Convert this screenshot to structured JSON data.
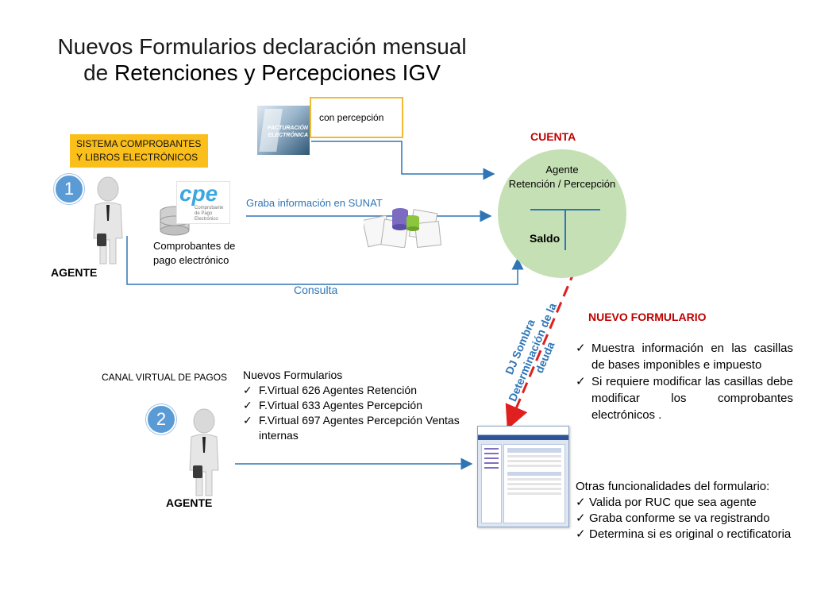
{
  "title": {
    "line1": "Nuevos Formularios declaración mensual",
    "line2_prefix": "de ",
    "line2_emphasis": "Retenciones y Percepciones IGV"
  },
  "top_flow": {
    "sistema_line1": "SISTEMA COMPROBANTES",
    "sistema_line2": "Y LIBROS ELECTRÓNICOS",
    "facturacion_logo_line1": "FACTURACIÓN",
    "facturacion_logo_line2": "ELECTRÓNICA",
    "con_percepcion": "con percepción",
    "cpe_logo": "cpe",
    "cpe_logo_line1": "Comprobante",
    "cpe_logo_line2": "de Pago",
    "cpe_logo_line3": "Electrónico",
    "comprobantes_line1": "Comprobantes de",
    "comprobantes_line2": "pago electrónico",
    "graba": "Graba información en SUNAT",
    "consulta": "Consulta",
    "agente": "AGENTE",
    "badge": "1"
  },
  "cuenta": {
    "label": "CUENTA",
    "line1": "Agente",
    "line2": "Retención / Percepción",
    "saldo": "Saldo"
  },
  "dj_sombra": {
    "line1": "DJ Sombra",
    "line2": "Determinación de la",
    "line3": "deuda"
  },
  "nuevo_formulario": {
    "label": "NUEVO FORMULARIO",
    "items": [
      "Muestra información en las casillas de bases imponibles e impuesto",
      "Si requiere modificar las casillas debe modificar los comprobantes electrónicos ."
    ]
  },
  "bottom_flow": {
    "canal": "CANAL VIRTUAL DE PAGOS",
    "badge": "2",
    "agente": "AGENTE",
    "nuevos_title": "Nuevos Formularios",
    "formularios": [
      "F.Virtual 626 Agentes Retención",
      "F.Virtual 633 Agentes Percepción",
      "F.Virtual 697 Agentes  Percepción Ventas internas"
    ]
  },
  "otras": {
    "title": "Otras funcionalidades del formulario:",
    "items": [
      "Valida por RUC que sea agente",
      "Graba conforme se va registrando",
      "Determina si es original o rectificatoria"
    ]
  },
  "colors": {
    "accent_blue": "#2e75b6",
    "red": "#c00000",
    "yellow": "#fbbf1b",
    "circle_green": "#c5e0b4",
    "dashed_red": "#e02020"
  }
}
